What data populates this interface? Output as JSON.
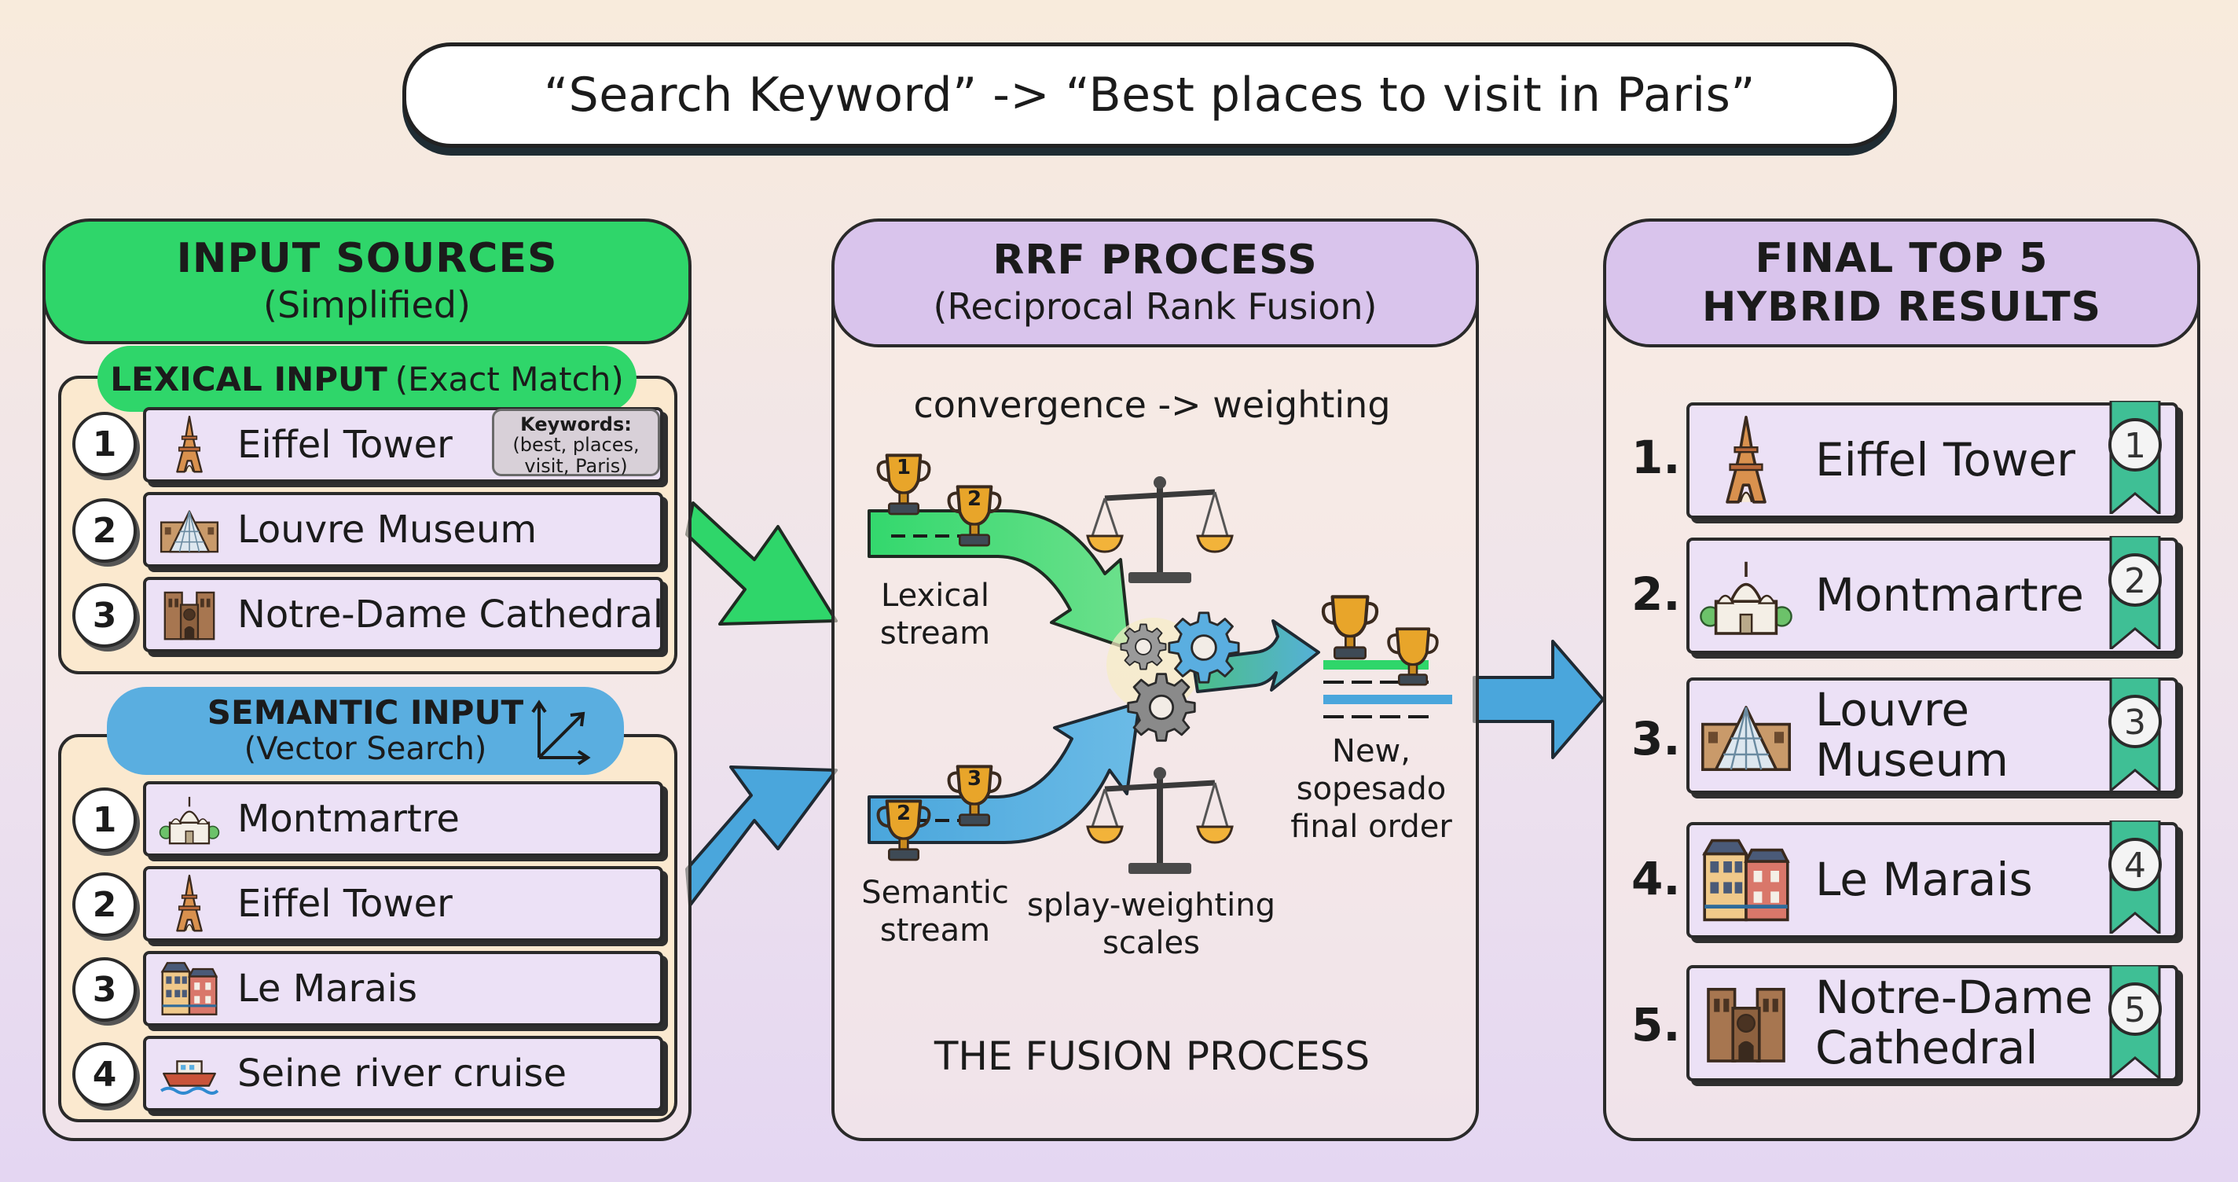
{
  "query": "“Search Keyword” -> “Best places to visit in Paris”",
  "input_sources": {
    "title": "INPUT SOURCES",
    "subtitle": "(Simplified)",
    "lexical": {
      "title": "LEXICAL INPUT",
      "subtitle": "(Exact Match)",
      "keywords_title": "Keywords:",
      "keywords": "(best, places,",
      "keywords_2": "visit, Paris)",
      "items": [
        {
          "rank": "1",
          "label": "Eiffel Tower",
          "icon": "eiffel-tower-icon"
        },
        {
          "rank": "2",
          "label": "Louvre Museum",
          "icon": "louvre-icon"
        },
        {
          "rank": "3",
          "label": "Notre-Dame Cathedral",
          "icon": "notre-dame-icon"
        }
      ]
    },
    "semantic": {
      "title": "SEMANTIC INPUT",
      "subtitle": "(Vector Search)",
      "items": [
        {
          "rank": "1",
          "label": "Montmartre",
          "icon": "montmartre-icon"
        },
        {
          "rank": "2",
          "label": "Eiffel Tower",
          "icon": "eiffel-tower-icon"
        },
        {
          "rank": "3",
          "label": "Le Marais",
          "icon": "le-marais-icon"
        },
        {
          "rank": "4",
          "label": "Seine river cruise",
          "icon": "seine-boat-icon"
        }
      ]
    }
  },
  "rrf_process": {
    "title": "RRF PROCESS",
    "subtitle": "(Reciprocal Rank Fusion)",
    "caption": "convergence -> weighting",
    "lexical_stream": [
      "Lexical",
      "stream"
    ],
    "semantic_stream": [
      "Semantic",
      "stream"
    ],
    "scales_label": [
      "splay-weighting",
      "scales"
    ],
    "final_order_label": [
      "New,",
      "sopesado",
      "final order"
    ],
    "footer": "THE FUSION PROCESS",
    "trophy_ranks": [
      "1",
      "2",
      "2",
      "3"
    ]
  },
  "final_results": {
    "title_line1": "FINAL TOP 5",
    "title_line2": "HYBRID RESULTS",
    "items": [
      {
        "rank": "1.",
        "badge": "1",
        "label": [
          "Eiffel Tower"
        ],
        "icon": "eiffel-tower-icon"
      },
      {
        "rank": "2.",
        "badge": "2",
        "label": [
          "Montmartre"
        ],
        "icon": "montmartre-icon"
      },
      {
        "rank": "3.",
        "badge": "3",
        "label": [
          "Louvre",
          "Museum"
        ],
        "icon": "louvre-icon"
      },
      {
        "rank": "4.",
        "badge": "4",
        "label": [
          "Le Marais"
        ],
        "icon": "le-marais-icon"
      },
      {
        "rank": "5.",
        "badge": "5",
        "label": [
          "Notre-Dame",
          "Cathedral"
        ],
        "icon": "notre-dame-icon"
      }
    ]
  },
  "colors": {
    "green": "#2fd66a",
    "purple": "#d9c4ec",
    "blue": "#5aaee0",
    "teal_ribbon": "#3fbf95",
    "gold": "#e8a52a"
  }
}
